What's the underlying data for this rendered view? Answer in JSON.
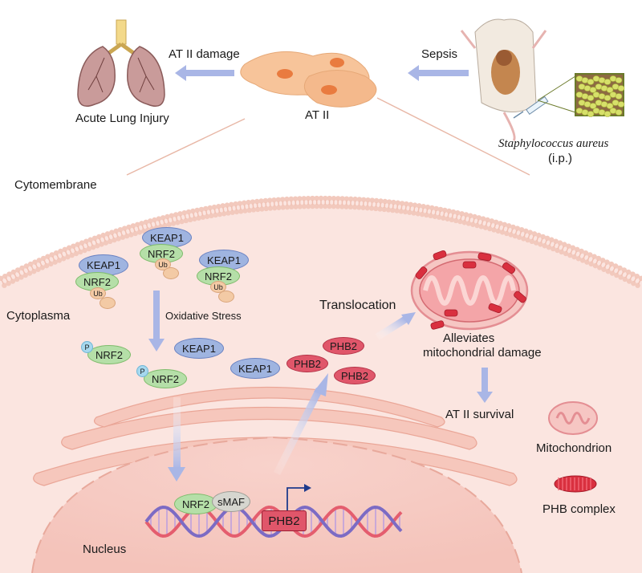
{
  "labels": {
    "acute_lung_injury": "Acute Lung Injury",
    "at2_damage": "AT II damage",
    "at2": "AT II",
    "sepsis": "Sepsis",
    "staph": "Staphylococcus aureus",
    "ip": "(i.p.)",
    "cytomembrane": "Cytomembrane",
    "cytoplasma": "Cytoplasma",
    "oxidative_stress": "Oxidative Stress",
    "translocation": "Translocation",
    "alleviates_1": "Alleviates",
    "alleviates_2": "mitochondrial damage",
    "at2_survival": "AT II survival",
    "mitochondrion": "Mitochondrion",
    "phb_complex": "PHB complex",
    "nucleus": "Nucleus"
  },
  "molecules": {
    "keap1": "KEAP1",
    "nrf2": "NRF2",
    "ub": "Ub",
    "p": "P",
    "phb2": "PHB2",
    "smaf": "sMAF"
  },
  "colors": {
    "arrow": "#a9b6e6",
    "cell_fill": "#fbe5e0",
    "membrane": "#f2c9bd",
    "keap1": "#9fb4e0",
    "nrf2": "#b5dfa8",
    "phb2": "#e0566a",
    "mito": "#f4a5a8"
  }
}
